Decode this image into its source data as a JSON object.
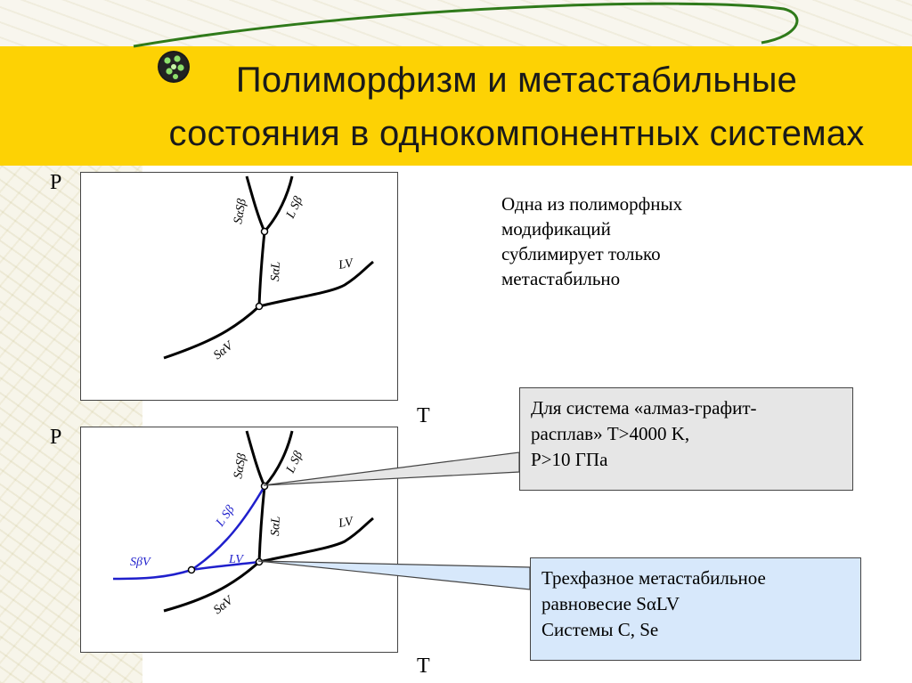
{
  "title": {
    "line1": "Полиморфизм и метастабильные",
    "line2": "состояния в однокомпонентных системах"
  },
  "diagram_top": {
    "axis_p": "P",
    "axis_t": "T",
    "labels": {
      "sa_sb": "SαSβ",
      "l_sb": "L Sβ",
      "sa_l": "SαL",
      "lv": "LV",
      "sa_v": "SαV"
    }
  },
  "diagram_bottom": {
    "axis_p": "P",
    "axis_t": "T",
    "labels": {
      "sa_sb": "SαSβ",
      "l_sb": "L Sβ",
      "sa_l": "SαL",
      "lv": "LV",
      "sa_v": "SαV",
      "blue_l_sb": "L Sβ",
      "blue_lv": "LV",
      "blue_sb_v": "SβV"
    }
  },
  "note": {
    "line1": "Одна из полиморфных",
    "line2": "модификаций",
    "line3": "сублимирует только",
    "line4": "метастабильно"
  },
  "callout_gray": {
    "line1": "Для система «алмаз-графит-",
    "line2": "расплав» T>4000 K,",
    "line3": "P>10 ГПа",
    "bg_color": "#e6e6e6"
  },
  "callout_blue": {
    "line1": "Трехфазное метастабильное",
    "line2": "равновесие SαLV",
    "line3": "Системы C, Se",
    "bg_color": "#d7e8fb"
  },
  "colors": {
    "title_band": "#fdd204",
    "metastable_line": "#1f1fcc",
    "accent_arc": "#2f7a1a"
  },
  "icons": [
    "bullet-orb-icon"
  ]
}
